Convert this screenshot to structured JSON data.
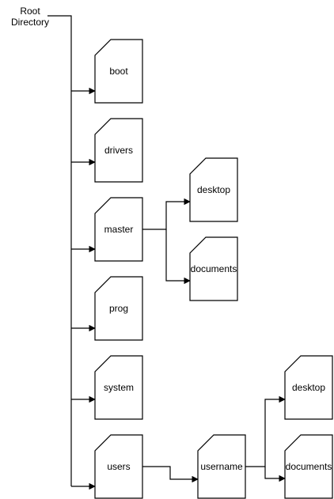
{
  "colors": {
    "stroke": "#000000",
    "fill": "#ffffff",
    "text": "#000000"
  },
  "root": {
    "line1": "Root",
    "line2": "Directory"
  },
  "nodes": {
    "boot": "boot",
    "drivers": "drivers",
    "master": "master",
    "prog": "prog",
    "system": "system",
    "users": "users",
    "master_desktop": "desktop",
    "master_documents": "documents",
    "username": "username",
    "username_desktop": "desktop",
    "username_documents": "documents"
  }
}
